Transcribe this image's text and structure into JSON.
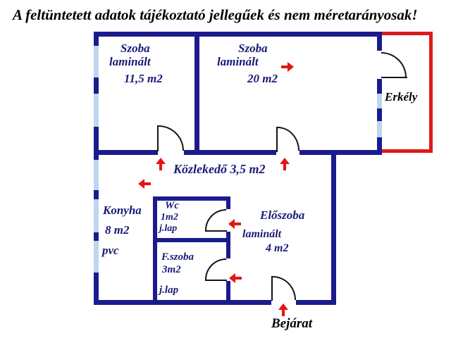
{
  "disclaimer": "A feltüntetett adatok tájékoztató jellegűek és nem méretarányosak!",
  "rooms": {
    "szoba1": {
      "name": "Szoba",
      "floor": "laminált",
      "area": "11,5 m2"
    },
    "szoba2": {
      "name": "Szoba",
      "floor": "laminált",
      "area": "20 m2"
    },
    "erkely": {
      "name": "Erkély"
    },
    "kozlekedo": {
      "name": "Közlekedő 3,5 m2"
    },
    "konyha": {
      "name": "Konyha",
      "area": "8 m2",
      "floor": "pvc"
    },
    "wc": {
      "name": "Wc",
      "area": "1m2",
      "floor": "j.lap"
    },
    "fszoba": {
      "name": "F.szoba",
      "area": "3m2",
      "floor": "j.lap"
    },
    "eloszoba": {
      "name": "Előszoba",
      "floor": "laminált",
      "area": "4 m2"
    },
    "bejarat": {
      "name": "Bejárat"
    }
  },
  "colors": {
    "wall": "#1b1b8e",
    "window": "#bcd7ee",
    "balcony_outline": "#dd1a1a",
    "door_arrow": "#e31515",
    "room_text": "#1a1a78"
  }
}
